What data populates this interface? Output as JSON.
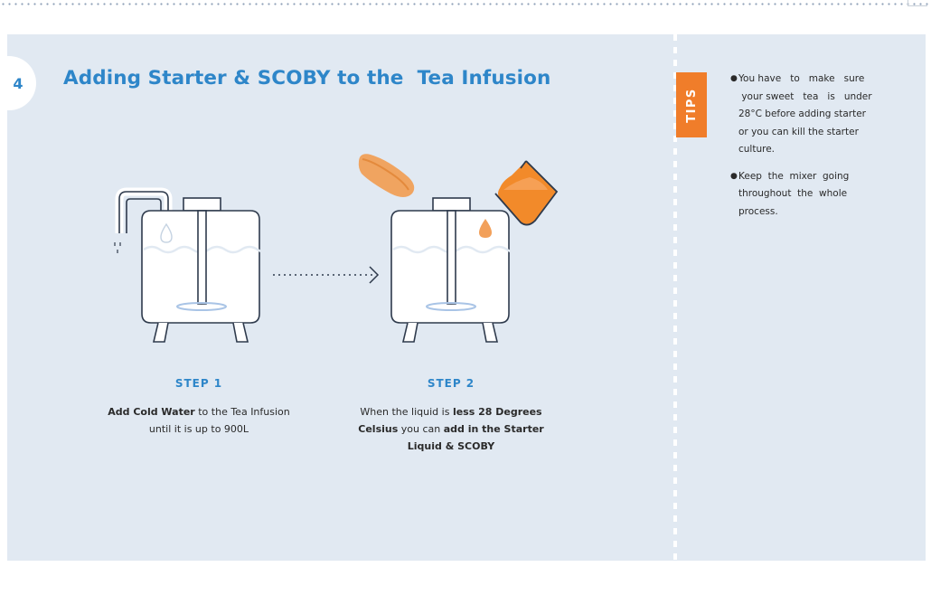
{
  "step_number": "4",
  "title": "Adding Starter & SCOBY to the  Tea Infusion",
  "colors": {
    "accent_blue": "#2e86c9",
    "tips_orange": "#f07d2a",
    "panel_bg": "#e1e9f2",
    "tank_outline": "#2e3a4c",
    "liquid_orange": "#f08a2e"
  },
  "steps": [
    {
      "label": "STEP 1",
      "desc_bold_1": "Add Cold Water",
      "desc_text_1": " to the Tea Infusion",
      "desc_text_2": "until it is up to 900L"
    },
    {
      "label": "STEP 2",
      "desc_text_1": "When the liquid is ",
      "desc_bold_1": "less 28 Degrees",
      "desc_bold_2": "Celsius",
      "desc_text_2": " you can ",
      "desc_bold_3": "add in the Starter",
      "desc_bold_4": "Liquid & SCOBY"
    }
  ],
  "tips": {
    "tab_label": "TIPS",
    "items": [
      {
        "line1": "You have   to   make   sure",
        "line2": " your sweet   tea   is   under",
        "line3": "28°C before adding starter",
        "line4": "or you can kill the starter",
        "line5": "culture."
      },
      {
        "line1": "Keep  the  mixer  going",
        "line2": "throughout  the  whole",
        "line3": "process."
      }
    ]
  },
  "icons": {
    "tank_1": "tank-with-water-tap-icon",
    "tank_2": "tank-with-starter-icon",
    "arrow": "dotted-arrow-icon",
    "scoby": "scoby-icon",
    "jug": "starter-jug-icon",
    "water_drop": "water-drop-icon",
    "starter_drop": "starter-drop-icon"
  }
}
